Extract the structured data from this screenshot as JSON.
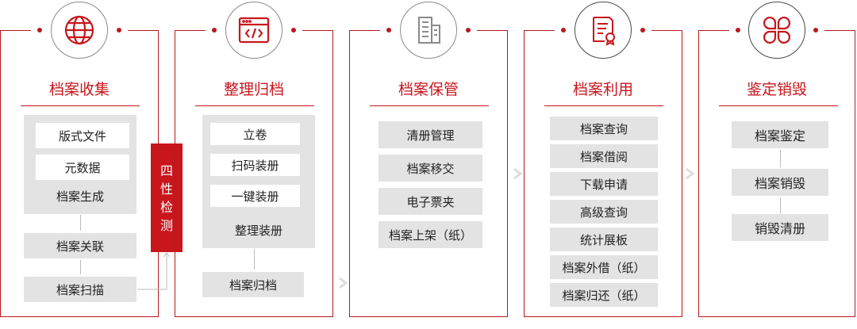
{
  "stages": [
    {
      "title": "档案收集",
      "icon": "globe-icon",
      "items": [
        "版式文件",
        "元数据",
        "档案生成",
        "档案关联",
        "档案扫描"
      ]
    },
    {
      "title": "整理归档",
      "icon": "code-window-icon",
      "items": [
        "立卷",
        "扫码装册",
        "一键装册",
        "整理装册",
        "档案归档"
      ]
    },
    {
      "title": "档案保管",
      "icon": "building-icon",
      "items": [
        "清册管理",
        "档案移交",
        "电子票夹",
        "档案上架（纸）"
      ]
    },
    {
      "title": "档案利用",
      "icon": "certificate-icon",
      "items": [
        "档案查询",
        "档案借阅",
        "下载申请",
        "高级查询",
        "统计展板",
        "档案外借（纸）",
        "档案归还（纸）"
      ]
    },
    {
      "title": "鉴定销毁",
      "icon": "four-petal-icon",
      "items": [
        "档案鉴定",
        "档案销毁",
        "销毁清册"
      ]
    }
  ],
  "side_label": [
    "四",
    "性",
    "检",
    "测"
  ],
  "colors": {
    "accent": "#c8161d",
    "box": "#e3e3e3"
  }
}
